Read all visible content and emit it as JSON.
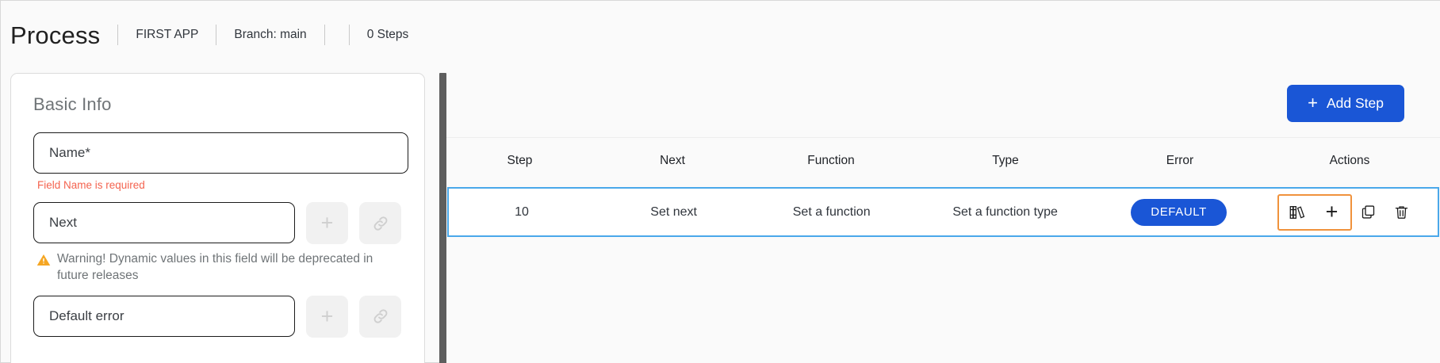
{
  "header": {
    "title": "Process",
    "breadcrumbs": [
      {
        "label": "FIRST APP"
      },
      {
        "label": "Branch: main"
      },
      {
        "label": ""
      },
      {
        "label": "0 Steps"
      }
    ]
  },
  "left_panel": {
    "card_title": "Basic Info",
    "fields": [
      {
        "value": "Name*",
        "placeholder": "Name*",
        "error": "Field Name is required",
        "has_buttons": false
      },
      {
        "value": "Next",
        "placeholder": "Next",
        "warning": "Warning! Dynamic values in this field will be deprecated in future releases",
        "has_buttons": true
      },
      {
        "value": "Default error",
        "placeholder": "Default error",
        "has_buttons": true
      }
    ],
    "field_button_icons": {
      "add": "plus-icon",
      "link": "link-icon"
    },
    "warning_icon": "warning-triangle-icon"
  },
  "right_panel": {
    "add_step_label": "Add Step",
    "add_step_icon": "plus-icon",
    "table": {
      "columns": [
        "Step",
        "Next",
        "Function",
        "Type",
        "Error",
        "Actions"
      ],
      "rows": [
        {
          "step": "10",
          "next": "Set next",
          "function": "Set a function",
          "type": "Set a function type",
          "error_badge": "DEFAULT",
          "actions": [
            {
              "name": "library-icon",
              "highlighted": true
            },
            {
              "name": "plus-icon",
              "highlighted": true
            },
            {
              "name": "copy-icon",
              "highlighted": false
            },
            {
              "name": "trash-icon",
              "highlighted": false
            }
          ]
        }
      ]
    }
  },
  "colors": {
    "accent_blue": "#1a56d6",
    "row_border_blue": "#4aa8ea",
    "highlight_orange": "#f0923c",
    "error_red": "#f4634f",
    "warning_amber": "#f5a623"
  }
}
